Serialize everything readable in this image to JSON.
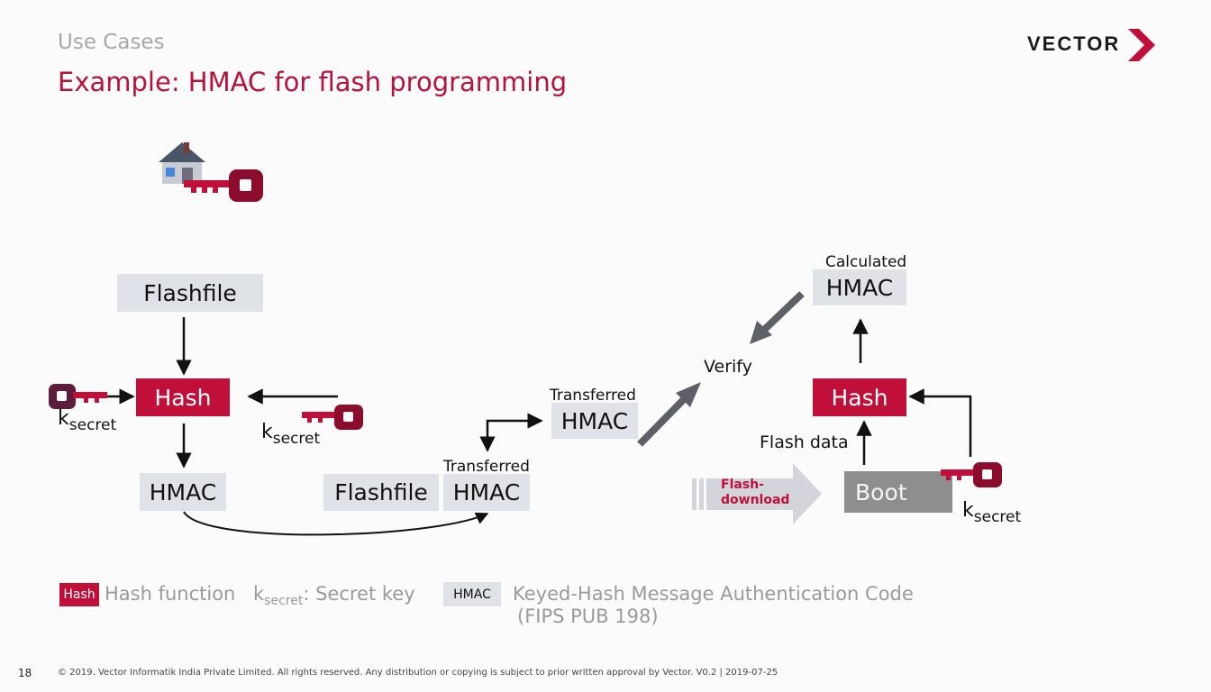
{
  "header": {
    "section": "Use Cases",
    "title": "Example: HMAC for flash programming",
    "logo_text": "VECTOR",
    "brand_color": "#c0103a"
  },
  "diagram": {
    "flashfile_top": "Flashfile",
    "hash_left": "Hash",
    "hmac_left": "HMAC",
    "ksecret_k": "k",
    "ksecret_sub": "secret",
    "flashfile_mid": "Flashfile",
    "transferred_label_mid": "Transferred",
    "hmac_mid": "HMAC",
    "transferred_label_top": "Transferred",
    "hmac_transferred": "HMAC",
    "verify": "Verify",
    "calculated_label": "Calculated",
    "hmac_calculated": "HMAC",
    "hash_right": "Hash",
    "flash_data": "Flash data",
    "flash_download_line1": "Flash-",
    "flash_download_line2": "download",
    "boot": "Boot"
  },
  "legend": {
    "hash_badge": "Hash",
    "hash_desc": "Hash function",
    "k": "k",
    "k_sub": "secret",
    "k_desc": ": Secret key",
    "hmac_badge": "HMAC",
    "hmac_desc_line1": "Keyed-Hash Message Authentication Code",
    "hmac_desc_line2": "(FIPS PUB 198)"
  },
  "footer": {
    "page_number": "18",
    "copyright": "© 2019. Vector Informatik India Private Limited. All rights reserved. Any distribution or copying is subject to prior written approval by Vector. V0.2 | 2019-07-25"
  },
  "icons": [
    "house-icon",
    "key-icon",
    "chevron-logo-icon"
  ]
}
